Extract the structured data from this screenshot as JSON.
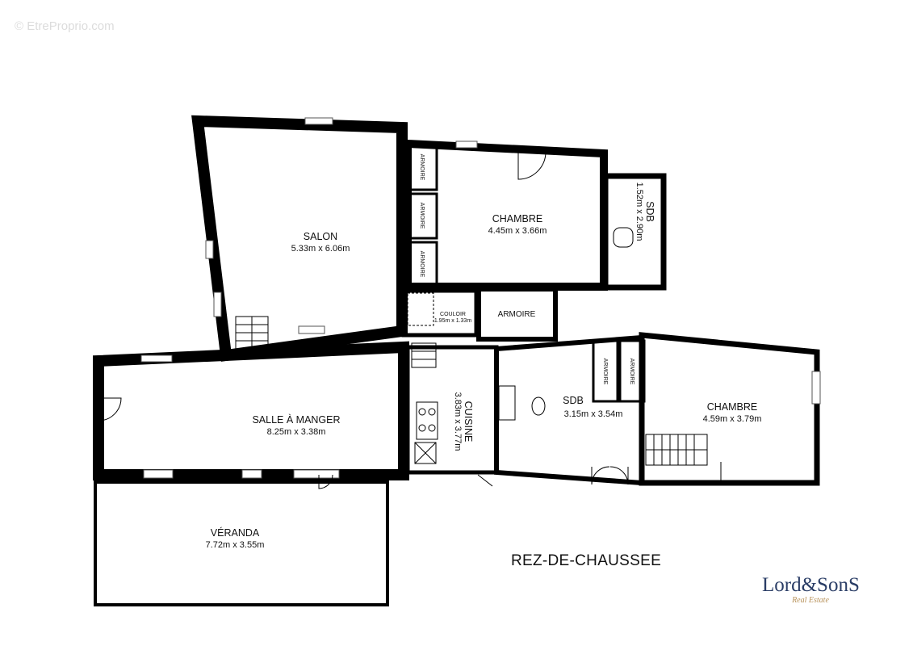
{
  "watermark": "© EtreProprio.com",
  "floor_title": "REZ-DE-CHAUSSEE",
  "brand": {
    "name": "Lord&SonS",
    "tagline": "Real Estate",
    "color": "#2a3d66",
    "accent": "#b8925a"
  },
  "rooms": {
    "salon": {
      "name": "SALON",
      "dims": "5.33m x 6.06m"
    },
    "chambre1": {
      "name": "CHAMBRE",
      "dims": "4.45m x 3.66m"
    },
    "sdb1": {
      "name": "SDB",
      "dims": "1.52m x 2.90m"
    },
    "couloir": {
      "name": "COULOIR",
      "dims": "1.95m x 1.33m"
    },
    "armoire_big": {
      "name": "ARMOIRE"
    },
    "salle": {
      "name": "SALLE À MANGER",
      "dims": "8.25m x 3.38m"
    },
    "cuisine": {
      "name": "CUISINE",
      "dims": "3.83m x 3.77m"
    },
    "sdb2": {
      "name": "SDB",
      "dims": "3.15m x 3.54m"
    },
    "chambre2": {
      "name": "CHAMBRE",
      "dims": "4.59m x 3.79m"
    },
    "veranda": {
      "name": "VÉRANDA",
      "dims": "7.72m x 3.55m"
    }
  },
  "armoire_small": [
    "ARMOIRE",
    "ARMOIRE",
    "ARMOIRE",
    "ARMOIRE",
    "ARMOIRE"
  ]
}
